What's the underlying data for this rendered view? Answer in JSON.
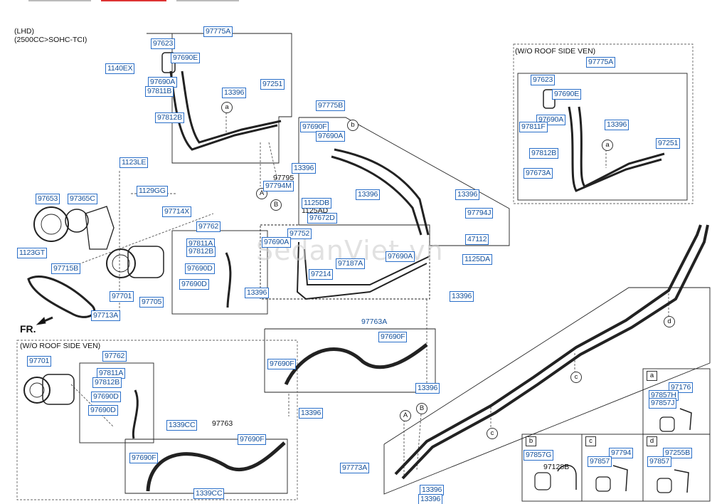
{
  "header": {
    "line1": "(LHD)",
    "line2": "(2500CC>SOHC-TCI)"
  },
  "front_label": "FR.",
  "watermark": "SedanViet.vn",
  "colors": {
    "callout_border": "#2a6fc9",
    "callout_text": "#14509a",
    "line": "#222222",
    "dashed_frame": "#666666"
  },
  "section_titles": {
    "wo_roof_right": "(W/O ROOF SIDE VEN)",
    "wo_roof_left": "(W/O ROOF SIDE VEN)"
  },
  "callouts": [
    "97775A",
    "97623",
    "97690E",
    "1140EX",
    "97690A",
    "97811B",
    "97812B",
    "13396",
    "97251",
    "1123LE",
    "1129GG",
    "97653",
    "97365C",
    "97714X",
    "1123GT",
    "97715B",
    "97701",
    "97713A",
    "97705",
    "97762",
    "97811A",
    "97812B",
    "97690D",
    "97690D",
    "13396",
    "97775B",
    "97690F",
    "97690A",
    "13396",
    "97794M",
    "1125DB",
    "13396",
    "97672D",
    "13396",
    "97794J",
    "47112",
    "1125DA",
    "97752",
    "97690A",
    "97187A",
    "97214",
    "97690A",
    "13396",
    "97690F",
    "97690F",
    "13396",
    "13396",
    "97701",
    "97762",
    "97811A",
    "97812B",
    "97690D",
    "97690D",
    "1339CC",
    "97690F",
    "97690F",
    "1339CC",
    "97775A",
    "97623",
    "97690E",
    "97690A",
    "97811F",
    "97812B",
    "13396",
    "97251",
    "97673A",
    "97773A",
    "13396",
    "13396",
    "97857G",
    "97794",
    "97857",
    "97255B",
    "97857",
    "97176",
    "97857H",
    "97857J"
  ],
  "plain_labels": [
    "97795",
    "1125AD",
    "97763A",
    "97763",
    "97128B"
  ],
  "markers": [
    "a",
    "b",
    "c",
    "d",
    "A",
    "B",
    "A",
    "B",
    "a",
    "c",
    "c",
    "d"
  ],
  "detail_keys": [
    "a",
    "b",
    "c",
    "d"
  ]
}
